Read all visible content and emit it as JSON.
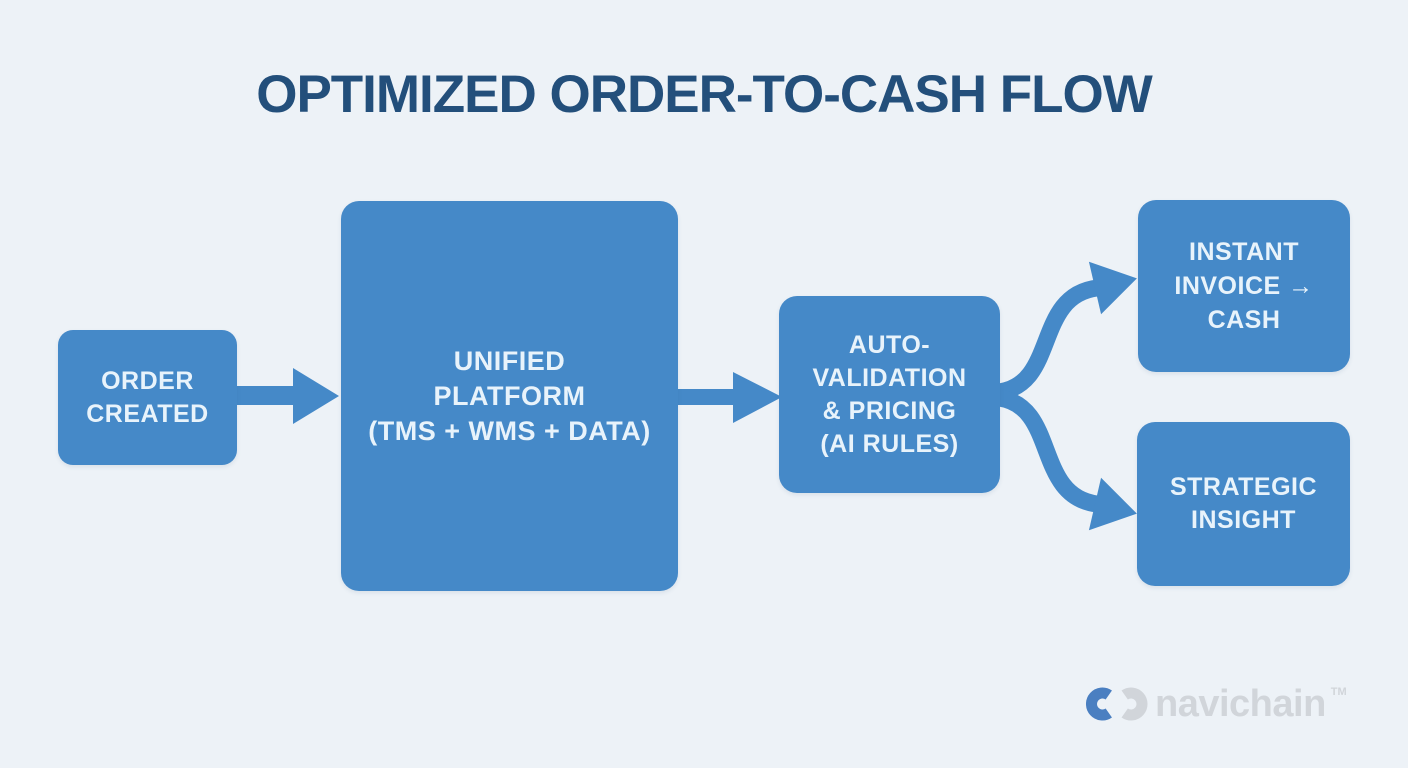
{
  "title": "OPTIMIZED ORDER-TO-CASH FLOW",
  "colors": {
    "background": "#edf2f7",
    "title": "#234f7b",
    "box_fill": "#4589c8",
    "box_text": "#e8f3fb",
    "arrow": "#4589c8",
    "logo_gray": "#d1d5da",
    "logo_blue": "#4a7fc1"
  },
  "flow": {
    "nodes": [
      {
        "id": "order-created",
        "lines": [
          "ORDER",
          "CREATED"
        ]
      },
      {
        "id": "unified-platform",
        "lines": [
          "UNIFIED",
          "PLATFORM",
          "(TMS + WMS + DATA)"
        ]
      },
      {
        "id": "auto-validation",
        "lines": [
          "AUTO-",
          "VALIDATION",
          "& PRICING",
          "(AI RULES)"
        ]
      },
      {
        "id": "instant-invoice",
        "lines": [
          "INSTANT",
          "INVOICE →",
          "CASH"
        ]
      },
      {
        "id": "strategic-insight",
        "lines": [
          "STRATEGIC",
          "INSIGHT"
        ]
      }
    ],
    "connections": [
      {
        "from": "order-created",
        "to": "unified-platform"
      },
      {
        "from": "unified-platform",
        "to": "auto-validation"
      },
      {
        "from": "auto-validation",
        "to": "instant-invoice"
      },
      {
        "from": "auto-validation",
        "to": "strategic-insight"
      }
    ]
  },
  "logo": {
    "text": "navichain",
    "trademark": "TM",
    "icon": "chain-links-icon"
  }
}
